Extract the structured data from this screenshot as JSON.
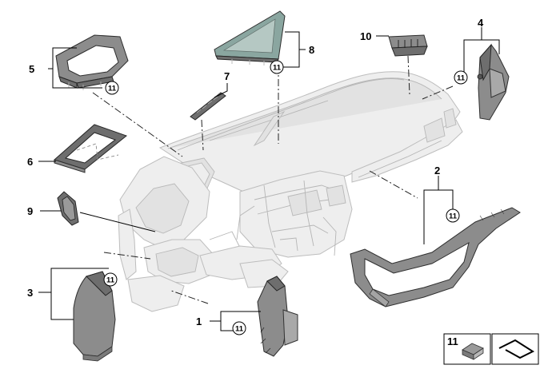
{
  "callouts": {
    "c1": "1",
    "c2": "2",
    "c3": "3",
    "c4": "4",
    "c5": "5",
    "c6": "6",
    "c7": "7",
    "c8": "8",
    "c9": "9",
    "c10": "10"
  },
  "clip_ref": "11",
  "legend": {
    "number": "11"
  }
}
